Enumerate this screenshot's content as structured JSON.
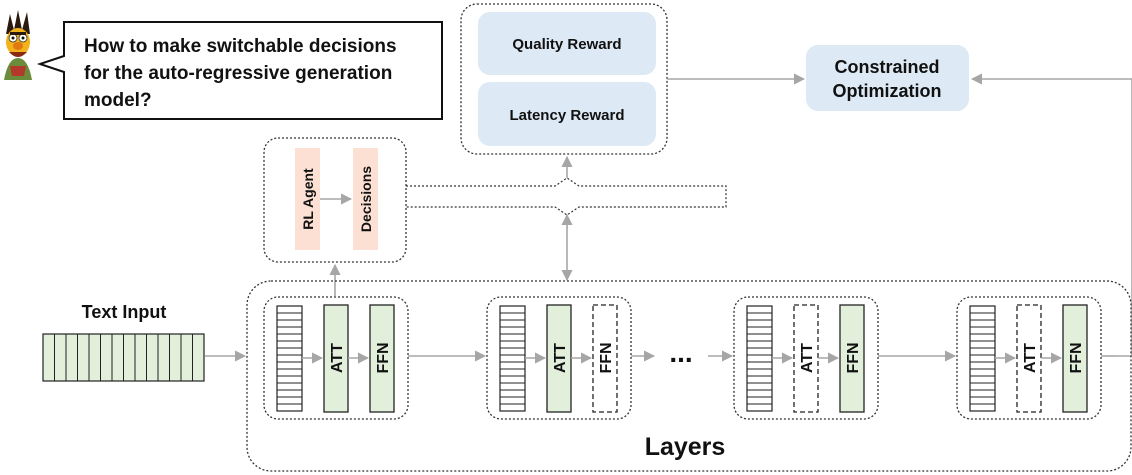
{
  "question": {
    "lines": [
      "How to make switchable decisions",
      "for the auto-regressive generation",
      "model?"
    ]
  },
  "rewards": {
    "quality": "Quality Reward",
    "latency": "Latency Reward"
  },
  "optimization": {
    "line1": "Constrained",
    "line2": "Optimization"
  },
  "controller": {
    "agent": "RL Agent",
    "decisions": "Decisions"
  },
  "input": {
    "label": "Text Input",
    "token_count": 14
  },
  "layers": {
    "title": "Layers",
    "ellipsis": "...",
    "blocks": [
      {
        "att_label": "ATT",
        "ffn_label": "FFN",
        "att_active": true,
        "ffn_active": true
      },
      {
        "att_label": "ATT",
        "ffn_label": "FFN",
        "att_active": true,
        "ffn_active": false
      },
      {
        "att_label": "ATT",
        "ffn_label": "FFN",
        "att_active": false,
        "ffn_active": true
      },
      {
        "att_label": "ATT",
        "ffn_label": "FFN",
        "att_active": false,
        "ffn_active": true
      }
    ]
  },
  "colors": {
    "module_green": "#e2efda",
    "reward_blue": "#dde9f4",
    "agent_peach": "#fbe0d3",
    "arrow_gray": "#a6a6a6"
  }
}
